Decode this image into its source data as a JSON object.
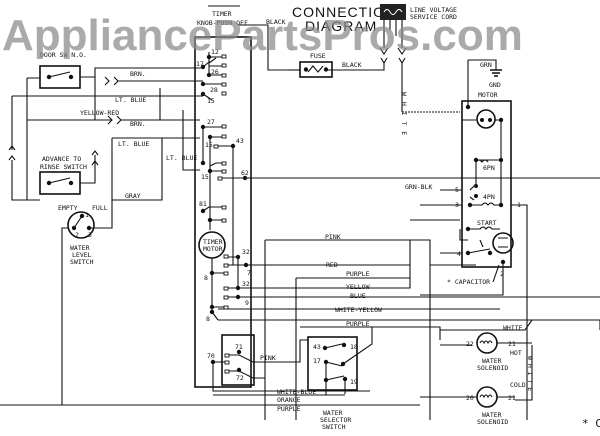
{
  "watermark": "AppliancePartsPros.com",
  "diagram": {
    "title_line1": "CONNECTION",
    "title_line2": "DIAGRAM",
    "line_cord_label_1": "LINE VOLTAGE",
    "line_cord_label_2": "SERVICE CORD",
    "footnote_marker": "* C",
    "components": {
      "timer_title_1": "TIMER",
      "timer_title_2": "KNOB-PUSH OFF",
      "door_switch": "DOOR SW N.O.",
      "advance_switch_1": "ADVANCE TO",
      "advance_switch_2": "RINSE SWITCH",
      "fuse": "FUSE",
      "water_level_1": "WATER",
      "water_level_2": "LEVEL",
      "water_level_3": "SWITCH",
      "wl_empty": "EMPTY",
      "wl_full": "FULL",
      "timer_motor_1": "TIMER",
      "timer_motor_2": "MOTOR",
      "motor": "MOTOR",
      "gnd": "GND",
      "grn": "GRN",
      "start": "START",
      "capacitor": "* CAPACITOR",
      "hot": "HOT",
      "cold": "COLD",
      "solenoid_1": "WATER",
      "solenoid_2": "SOLENOID",
      "selector_1": "WATER",
      "selector_2": "SELECTOR",
      "selector_3": "SWITCH",
      "rpm_6": "6PN",
      "rpm_4": "4PN"
    },
    "wires": {
      "brn": "BRN.",
      "lt_blue": "LT. BLUE",
      "yellow_red": "YELLOW-RED",
      "gray": "GRAY",
      "black": "BLACK",
      "white": "WHITE",
      "grn_blk": "GRN-BLK",
      "pink": "PINK",
      "red": "RED",
      "purple": "PURPLE",
      "yellow": "YELLOW",
      "blue": "BLUE",
      "white_yellow": "WHITE-YELLOW",
      "white_blue": "WHITE-BLUE",
      "orange": "ORANGE",
      "v_white": "W H I T E"
    },
    "terminals": {
      "t12": "12",
      "t17": "17",
      "t26": "26",
      "t28": "28",
      "t15a": "15",
      "t27": "27",
      "t15b": "15",
      "t43": "43",
      "t15c": "15",
      "t62": "62",
      "t81": "81",
      "t32a": "32",
      "t7": "7",
      "t8a": "8",
      "t32b": "32",
      "t9": "9",
      "t8b": "8",
      "t71": "71",
      "t70": "70",
      "t72": "72",
      "s43": "43",
      "s18": "18",
      "s17": "17",
      "s19": "19",
      "wl1": "1",
      "wl2": "2",
      "wl3": "3",
      "m5": "5",
      "m3": "3",
      "m1": "1",
      "m4": "4",
      "m2": "2",
      "sol22": "22",
      "sol21a": "21",
      "sol20": "20",
      "sol21b": "21"
    }
  }
}
